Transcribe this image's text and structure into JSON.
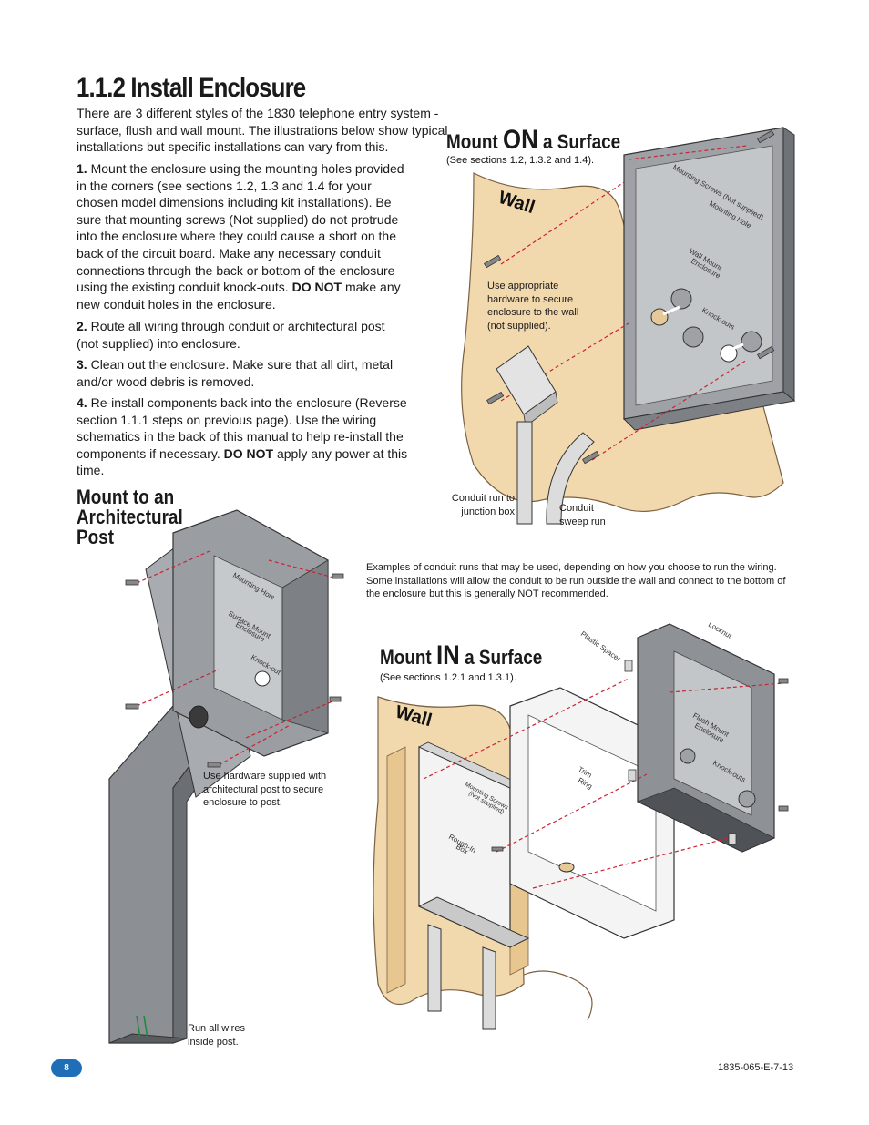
{
  "page": {
    "title": "1.1.2 Install Enclosure",
    "intro": "There are 3 different styles of the 1830 telephone entry system - surface, flush and wall mount. The illustrations below show typical installations but specific installations can vary from this.",
    "steps": [
      {
        "num": "1.",
        "pre": "Mount the enclosure using the mounting holes provided in the corners (see sections 1.2, 1.3 and 1.4 for your chosen model dimensions including kit installations). Be sure that mounting screws (Not supplied) do not protrude into the enclosure where they could cause a short on the back of the circuit board. Make any necessary conduit connections through the back or bottom of the enclosure using the existing conduit knock-outs.",
        "bold": "DO NOT",
        "post": "make any new conduit holes in the enclosure."
      },
      {
        "num": "2.",
        "pre": "Route all wiring through conduit or architectural post (not supplied) into enclosure.",
        "bold": "",
        "post": ""
      },
      {
        "num": "3.",
        "pre": "Clean out the enclosure. Make sure that all dirt, metal and/or wood debris is removed.",
        "bold": "",
        "post": ""
      },
      {
        "num": "4.",
        "pre": "Re-install components back into the enclosure (Reverse section 1.1.1 steps on previous page). Use the wiring schematics in the back of this manual to help re-install the components if necessary.",
        "bold": "DO NOT",
        "post": "apply any power at this time."
      }
    ],
    "page_number": "8",
    "doc_code": "1835-065-E-7-13"
  },
  "mount_on": {
    "word1": "Mount",
    "word2": "ON",
    "word3": "a Surface",
    "ref": "(See sections 1.2, 1.3.2 and 1.4).",
    "wall_label": "Wall",
    "hardware_note": "Use appropriate hardware to secure enclosure to the wall (not supplied).",
    "labels": {
      "mounting_screws": "Mounting Screws (Not supplied)",
      "mounting_hole": "Mounting Hole",
      "wall_mount_1": "Wall Mount",
      "wall_mount_2": "Enclosure",
      "knock_outs": "Knock-outs"
    },
    "conduit_run": "Conduit run to junction box",
    "conduit_sweep": "Conduit sweep run",
    "examples_note": "Examples of conduit runs that may be used, depending on how you choose to run the wiring. Some installations will allow the conduit to be run outside the wall and connect to the bottom of the enclosure but this is generally NOT recommended."
  },
  "mount_post": {
    "line1": "Mount to an",
    "line2": "Architectural",
    "line3": "Post",
    "labels": {
      "mounting_hole": "Mounting Hole",
      "surface_mount_1": "Surface Mount",
      "surface_mount_2": "Enclosure",
      "knock_out": "Knock-out"
    },
    "hardware_note": "Use hardware supplied with architectural post to secure enclosure to post.",
    "wires_note": "Run all wires inside post."
  },
  "mount_in": {
    "word1": "Mount",
    "word2": "IN",
    "word3": "a Surface",
    "ref": "(See sections 1.2.1 and 1.3.1).",
    "wall_label": "Wall",
    "labels": {
      "plastic_spacer": "Plastic Spacer",
      "locknut": "Locknut",
      "flush_mount_1": "Flush Mount",
      "flush_mount_2": "Enclosure",
      "knock_outs": "Knock-outs",
      "trim_1": "Trim",
      "trim_2": "Ring",
      "mounting_screws_1": "Mounting Screws",
      "mounting_screws_2": "(Not supplied)",
      "rough_1": "Rough-In",
      "rough_2": "Box"
    }
  }
}
